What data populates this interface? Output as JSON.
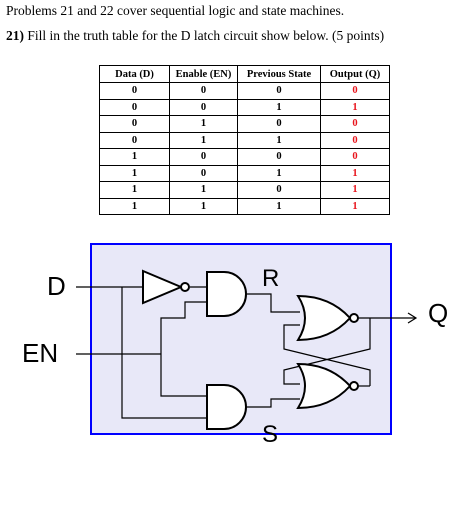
{
  "header": {
    "intro": "Problems 21 and 22 cover sequential logic and state machines.",
    "question_number": "21)",
    "question_text": "Fill in the truth table for the D latch circuit show below. (5 points)"
  },
  "truth_table": {
    "headers": [
      "Data (D)",
      "Enable (EN)",
      "Previous State",
      "Output (Q)"
    ],
    "rows": [
      [
        "0",
        "0",
        "0",
        "0"
      ],
      [
        "0",
        "0",
        "1",
        "1"
      ],
      [
        "0",
        "1",
        "0",
        "0"
      ],
      [
        "0",
        "1",
        "1",
        "0"
      ],
      [
        "1",
        "0",
        "0",
        "0"
      ],
      [
        "1",
        "0",
        "1",
        "1"
      ],
      [
        "1",
        "1",
        "0",
        "1"
      ],
      [
        "1",
        "1",
        "1",
        "1"
      ]
    ],
    "output_color": "#e8141c"
  },
  "circuit": {
    "labels": {
      "d": "D",
      "en": "EN",
      "r": "R",
      "s": "S",
      "q": "Q"
    },
    "box_fill": "#e8e8f8",
    "box_stroke": "#0000ff"
  }
}
